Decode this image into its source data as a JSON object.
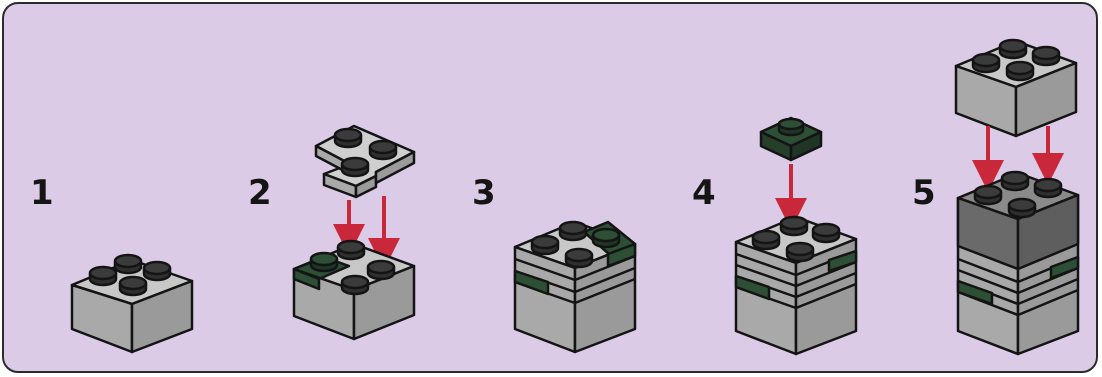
{
  "steps": [
    {
      "number": "1"
    },
    {
      "number": "2"
    },
    {
      "number": "3"
    },
    {
      "number": "4"
    },
    {
      "number": "5"
    }
  ],
  "colors": {
    "background": "#dccbe6",
    "brick_light_grey": "#b8b8b8",
    "brick_dark_grey": "#6f6f6f",
    "plate_dark_green": "#2d4f35",
    "stud_black": "#333333",
    "arrow_red": "#c8283a",
    "outline": "#141414"
  },
  "icons": [
    "brick-2x2-icon",
    "plate-l-icon",
    "plate-1x1-icon",
    "arrow-down-icon"
  ]
}
